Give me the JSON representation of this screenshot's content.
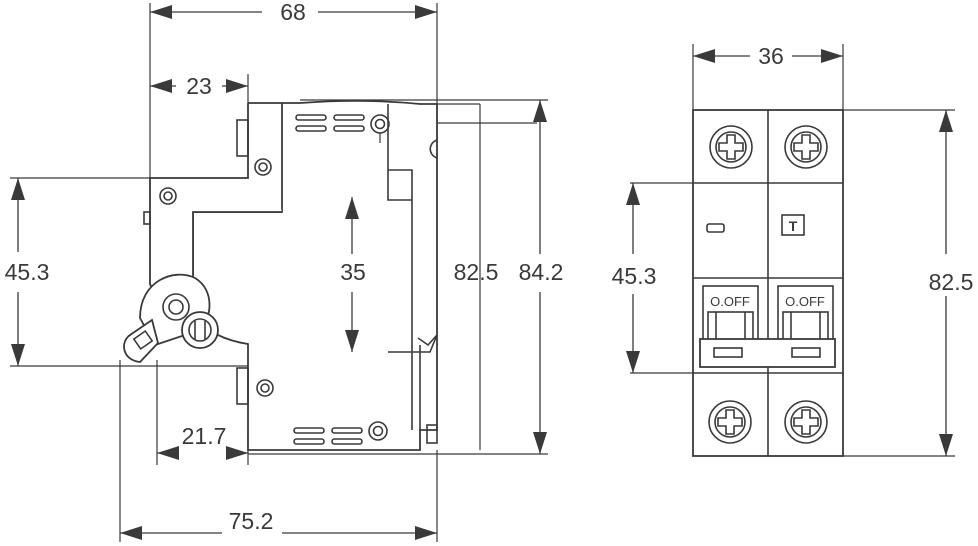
{
  "side_view": {
    "dimensions": {
      "overall_width": "68",
      "pivot_offset": "23",
      "toggle_height": "45.3",
      "rail_height": "35",
      "body_height": "82.5",
      "total_height": "84.2",
      "bottom_offset": "21.7",
      "total_depth": "75.2"
    }
  },
  "front_view": {
    "dimensions": {
      "width": "36",
      "toggle_height": "45.3",
      "body_height": "82.5"
    },
    "labels": {
      "pole1_status": "O.OFF",
      "pole2_status": "O.OFF",
      "test_button": "T"
    }
  },
  "colors": {
    "line": "#3a3a3a",
    "background": "#ffffff"
  }
}
